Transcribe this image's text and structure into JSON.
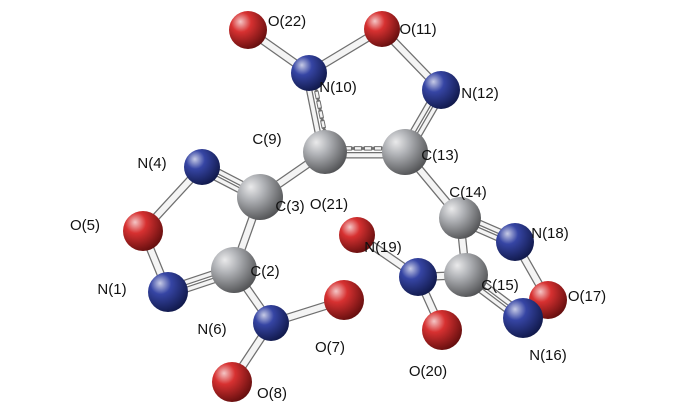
{
  "colors": {
    "C": "#a9acb0",
    "N": "#20309a",
    "O": "#d21a1a",
    "label": "#111111",
    "bond_outline": "#6f6f6f",
    "bond_fill": "#f4f4f4"
  },
  "atoms": [
    {
      "id": "O22",
      "el": "O",
      "label": "O(22)"
    },
    {
      "id": "O11",
      "el": "O",
      "label": "O(11)"
    },
    {
      "id": "N10",
      "el": "N",
      "label": "N(10)"
    },
    {
      "id": "N12",
      "el": "N",
      "label": "N(12)"
    },
    {
      "id": "C9",
      "el": "C",
      "label": "C(9)"
    },
    {
      "id": "C13",
      "el": "C",
      "label": "C(13)"
    },
    {
      "id": "N4",
      "el": "N",
      "label": "N(4)"
    },
    {
      "id": "C3",
      "el": "C",
      "label": "C(3)"
    },
    {
      "id": "O21",
      "el": "O",
      "label": "O(21)"
    },
    {
      "id": "C14",
      "el": "C",
      "label": "C(14)"
    },
    {
      "id": "O5",
      "el": "O",
      "label": "O(5)"
    },
    {
      "id": "N19",
      "el": "N",
      "label": "N(19)"
    },
    {
      "id": "N18",
      "el": "N",
      "label": "N(18)"
    },
    {
      "id": "C2",
      "el": "C",
      "label": "C(2)"
    },
    {
      "id": "N1",
      "el": "N",
      "label": "N(1)"
    },
    {
      "id": "C15",
      "el": "C",
      "label": "C(15)"
    },
    {
      "id": "O17",
      "el": "O",
      "label": "O(17)"
    },
    {
      "id": "N6",
      "el": "N",
      "label": "N(6)"
    },
    {
      "id": "O7",
      "el": "O",
      "label": "O(7)"
    },
    {
      "id": "N16",
      "el": "N",
      "label": "N(16)"
    },
    {
      "id": "O20",
      "el": "O",
      "label": "O(20)"
    },
    {
      "id": "O8",
      "el": "O",
      "label": "O(8)"
    }
  ],
  "bonds": [
    {
      "a": "O22",
      "b": "N10",
      "type": "single"
    },
    {
      "a": "N10",
      "b": "O11",
      "type": "single"
    },
    {
      "a": "O11",
      "b": "N12",
      "type": "single"
    },
    {
      "a": "N10",
      "b": "C9",
      "type": "aromatic"
    },
    {
      "a": "C9",
      "b": "C13",
      "type": "aromatic"
    },
    {
      "a": "C13",
      "b": "N12",
      "type": "double"
    },
    {
      "a": "C9",
      "b": "C3",
      "type": "single"
    },
    {
      "a": "C13",
      "b": "C14",
      "type": "single"
    },
    {
      "a": "C3",
      "b": "N4",
      "type": "double"
    },
    {
      "a": "N4",
      "b": "O5",
      "type": "single"
    },
    {
      "a": "O5",
      "b": "N1",
      "type": "single"
    },
    {
      "a": "N1",
      "b": "C2",
      "type": "double"
    },
    {
      "a": "C2",
      "b": "C3",
      "type": "single"
    },
    {
      "a": "C2",
      "b": "N6",
      "type": "single"
    },
    {
      "a": "N6",
      "b": "O7",
      "type": "single"
    },
    {
      "a": "N6",
      "b": "O8",
      "type": "single"
    },
    {
      "a": "C14",
      "b": "N18",
      "type": "double"
    },
    {
      "a": "N18",
      "b": "O17",
      "type": "single"
    },
    {
      "a": "O17",
      "b": "N16",
      "type": "single"
    },
    {
      "a": "N16",
      "b": "C15",
      "type": "double"
    },
    {
      "a": "C14",
      "b": "C15",
      "type": "single"
    },
    {
      "a": "C15",
      "b": "N19",
      "type": "single"
    },
    {
      "a": "N19",
      "b": "O21",
      "type": "single"
    },
    {
      "a": "N19",
      "b": "O20",
      "type": "single"
    }
  ]
}
